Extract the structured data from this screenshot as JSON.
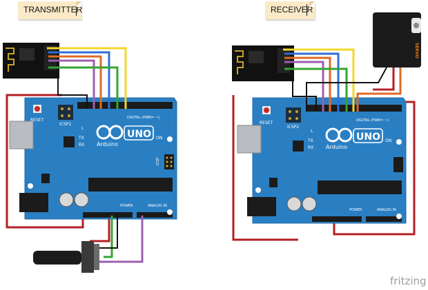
{
  "notes": {
    "transmitter": "TRANSMITTER",
    "receiver": "RECEIVER"
  },
  "board": {
    "logo": "UNO",
    "brand": "Arduino",
    "reset": "RESET",
    "icsp": "ICSP",
    "icsp2": "ICSP2",
    "digital": "DIGITAL (PWM= ~)",
    "power": "POWER",
    "analog": "ANALOG IN",
    "led_l": "L",
    "led_tx": "TX",
    "led_rx": "RX",
    "on": "ON"
  },
  "servo": {
    "label": "SERVO"
  },
  "watermark": "fritzing",
  "colors": {
    "board": "#2a7fc3",
    "red": "#b41f24",
    "yellow": "#f2d72a",
    "orange": "#e06a24",
    "purple": "#9c5fb0",
    "blue": "#2f6fd6",
    "green": "#33a532",
    "black": "#111111"
  }
}
